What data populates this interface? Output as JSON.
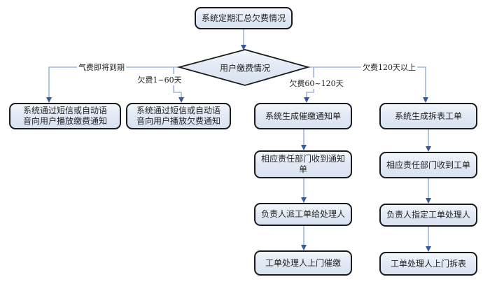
{
  "flowchart": {
    "title_node": "系统定期汇总欠费情况",
    "decision": "用户缴费情况",
    "branches": [
      {
        "label": "气费即将到期",
        "steps": [
          "系统通过短信或自动语音向用户播放缴费通知"
        ]
      },
      {
        "label": "欠费1~60天",
        "steps": [
          "系统通过短信或自动语音向用户播放欠费通知"
        ]
      },
      {
        "label": "欠费60~120天",
        "steps": [
          "系统生成催缴通知单",
          "相应责任部门收到通知单",
          "负责人派工单给处理人",
          "工单处理人上门催缴"
        ]
      },
      {
        "label": "欠费120天以上",
        "steps": [
          "系统生成拆表工单",
          "相应责任部门收到工单",
          "负责人指定工单处理人",
          "工单处理人上门拆表"
        ]
      }
    ],
    "colors": {
      "connector_line": "#9db7de",
      "arrowhead": "#38589b",
      "node_border": "#1a1a1a",
      "node_fill_top": "#f3f7fc",
      "node_fill_bottom": "#d8e2f0",
      "background": "#ffffff"
    }
  }
}
